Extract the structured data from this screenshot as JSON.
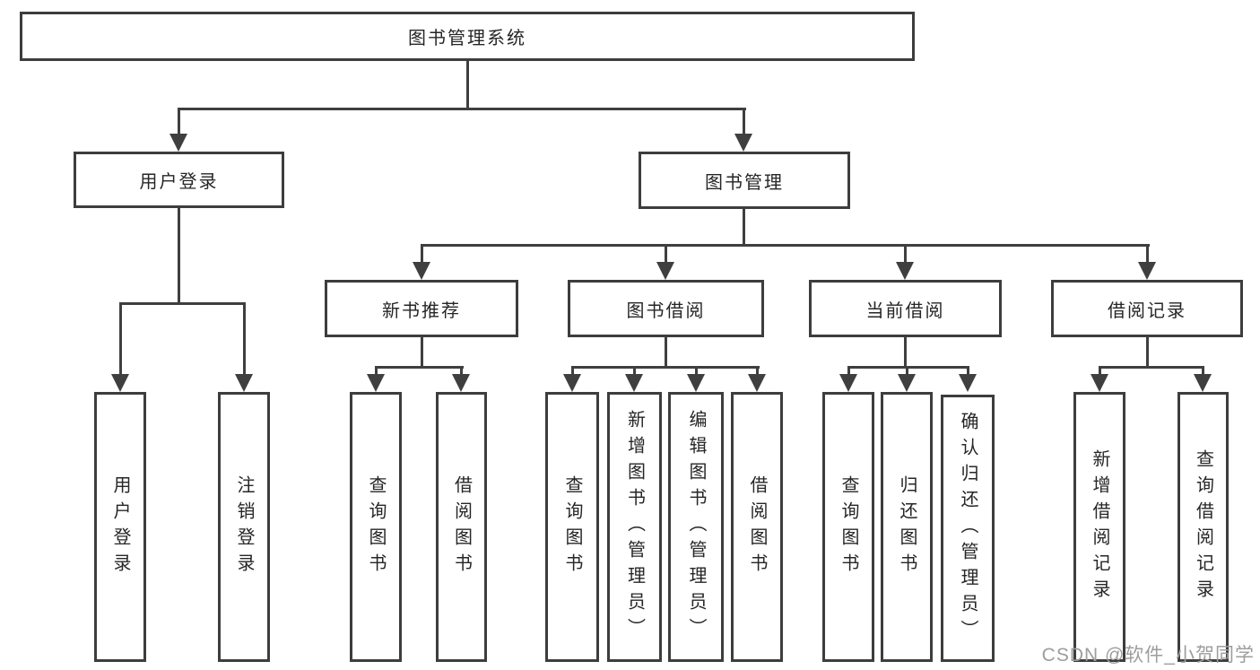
{
  "diagram": {
    "root": {
      "label": "图书管理系统"
    },
    "branches": [
      {
        "label": "用户登录",
        "children": [
          {
            "label": "用户登录"
          },
          {
            "label": "注销登录"
          }
        ]
      },
      {
        "label": "图书管理",
        "children": [
          {
            "label": "新书推荐",
            "children": [
              {
                "label": "查询图书"
              },
              {
                "label": "借阅图书"
              }
            ]
          },
          {
            "label": "图书借阅",
            "children": [
              {
                "label": "查询图书"
              },
              {
                "label": "新增图书（管理员）"
              },
              {
                "label": "编辑图书（管理员）"
              },
              {
                "label": "借阅图书"
              }
            ]
          },
          {
            "label": "当前借阅",
            "children": [
              {
                "label": "查询图书"
              },
              {
                "label": "归还图书"
              },
              {
                "label": "确认归还（管理员）"
              }
            ]
          },
          {
            "label": "借阅记录",
            "children": [
              {
                "label": "新增借阅记录"
              },
              {
                "label": "查询借阅记录"
              }
            ]
          }
        ]
      }
    ]
  },
  "watermark": {
    "text": "CSDN @软件_小贺同学"
  },
  "colors": {
    "line": "#3f3f3f",
    "box_border": "#3d3d3d",
    "text": "#262626",
    "watermark": "#9d9d9d",
    "background": "#ffffff"
  }
}
